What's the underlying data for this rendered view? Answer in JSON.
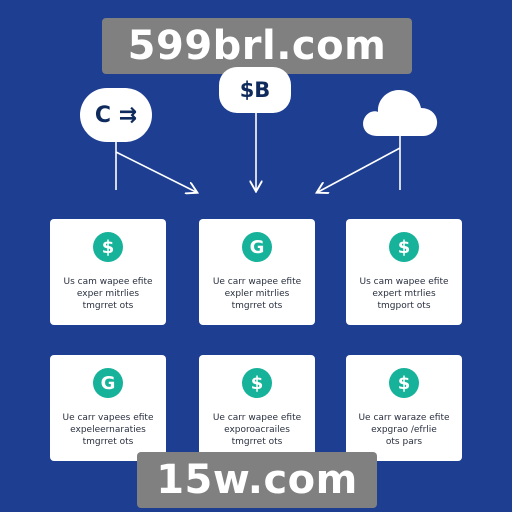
{
  "banners": {
    "top": "599brl.com",
    "bottom": "15w.com"
  },
  "sources": {
    "left": "C ⇉",
    "middle": "$B",
    "right_icon": "cloud-icon"
  },
  "cards": [
    {
      "icon": "$",
      "lines": [
        "Us cam wapee efite",
        "exper mitrlies",
        "tmgrret ots"
      ]
    },
    {
      "icon": "G",
      "lines": [
        "Ue carr wapee efite",
        "expler mitrlies",
        "tmgrret ots"
      ]
    },
    {
      "icon": "$",
      "lines": [
        "Us cam wapee efite",
        "expert mtrlies",
        "tmgport ots"
      ]
    },
    {
      "icon": "G",
      "lines": [
        "Ue carr vapees efite",
        "expeleernaraties",
        "tmgrret ots"
      ]
    },
    {
      "icon": "$",
      "lines": [
        "Ue carr wapee efite",
        "exporoacrailes",
        "tmgrret ots"
      ]
    },
    {
      "icon": "$",
      "lines": [
        "Ue carr waraze efite",
        "expgrao /efrlie",
        "ots pars"
      ]
    }
  ],
  "colors": {
    "background": "#1e3f91",
    "card": "#ffffff",
    "badge": "#16b29a",
    "banner": "#808080"
  }
}
